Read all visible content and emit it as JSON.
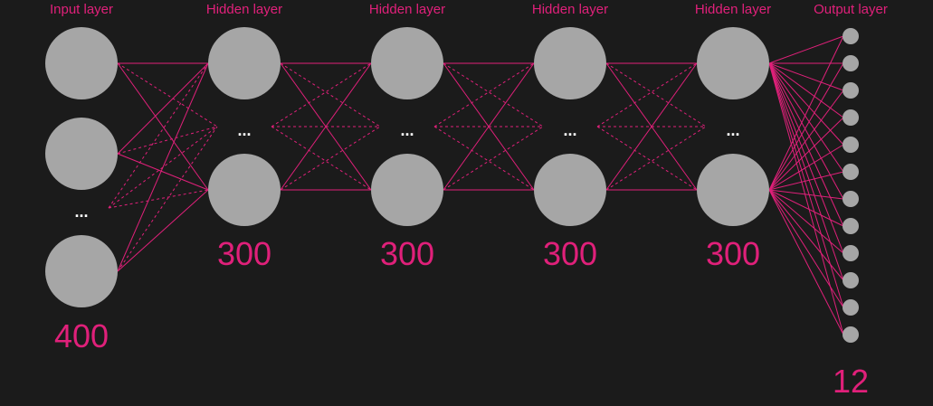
{
  "colors": {
    "background": "#1b1b1b",
    "accent": "#e0207a",
    "node": "#a6a6a6",
    "ellipsis": "#ffffff"
  },
  "layers": [
    {
      "label": "Input layer",
      "count": "400",
      "ellipsis": "..."
    },
    {
      "label": "Hidden layer",
      "count": "300",
      "ellipsis": "..."
    },
    {
      "label": "Hidden layer",
      "count": "300",
      "ellipsis": "..."
    },
    {
      "label": "Hidden layer",
      "count": "300",
      "ellipsis": "..."
    },
    {
      "label": "Hidden layer",
      "count": "300",
      "ellipsis": "..."
    },
    {
      "label": "Output layer",
      "count": "12"
    }
  ]
}
